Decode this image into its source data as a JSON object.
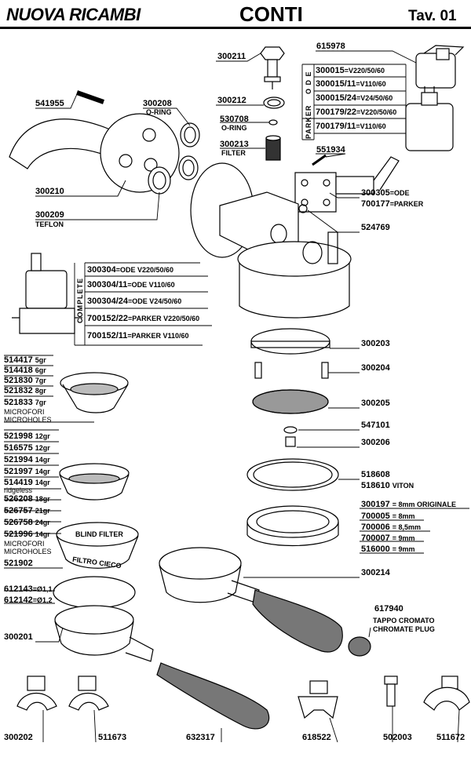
{
  "header": {
    "brand": "NUOVA RICAMBI",
    "title": "CONTI",
    "table": "Tav. 01"
  },
  "parts": {
    "p300211": "300211",
    "p300212": "300212",
    "p530708": "530708",
    "p530708_sub": "O-RING",
    "p300213": "300213",
    "p300213_sub": "FILTER",
    "p615978": "615978",
    "p551934": "551934",
    "p541955": "541955",
    "p300208": "300208",
    "p300208_sub": "O-RING",
    "p300210": "300210",
    "p300209": "300209",
    "p300209_sub": "TEFLON",
    "p300305": "300305",
    "p300305_sub": "=ODE",
    "p700177": "700177",
    "p700177_sub": "=PARKER",
    "p524769": "524769",
    "p300203": "300203",
    "p300204": "300204",
    "p300205": "300205",
    "p547101": "547101",
    "p300206": "300206",
    "p518608": "518608",
    "p518610": "518610",
    "p518610_sub": "VITON",
    "p300214": "300214",
    "p617940": "617940",
    "p617940_sub1": "TAPPO CROMATO",
    "p617940_sub2": "CHROMATE PLUG",
    "p300201": "300201",
    "p300202": "300202",
    "p511673": "511673",
    "p632317": "632317",
    "p618522": "618522",
    "p502003": "502003",
    "p511672": "511672"
  },
  "coil_table": {
    "side_ode": "O D E",
    "side_parker": "PARKER",
    "rows": [
      {
        "code": "300015",
        "spec": "=V220/50/60"
      },
      {
        "code": "300015/11",
        "spec": "=V110/60"
      },
      {
        "code": "300015/24",
        "spec": "=V24/50/60"
      },
      {
        "code": "700179/22",
        "spec": "=V220/50/60"
      },
      {
        "code": "700179/11",
        "spec": "=V110/60"
      }
    ]
  },
  "complete_table": {
    "side": "COMPLETE",
    "rows": [
      {
        "code": "300304",
        "spec": "=ODE V220/50/60"
      },
      {
        "code": "300304/11",
        "spec": "=ODE V110/60"
      },
      {
        "code": "300304/24",
        "spec": "=ODE V24/50/60"
      },
      {
        "code": "700152/22",
        "spec": "=PARKER V220/50/60"
      },
      {
        "code": "700152/11",
        "spec": "=PARKER V110/60"
      }
    ]
  },
  "filters_small": {
    "rows": [
      {
        "code": "514417",
        "spec": "5gr"
      },
      {
        "code": "514418",
        "spec": "6gr"
      },
      {
        "code": "521830",
        "spec": "7gr"
      },
      {
        "code": "521832",
        "spec": "8gr"
      },
      {
        "code": "521833",
        "spec": "7gr"
      }
    ],
    "note1": "MICROFORI",
    "note2": "MICROHOLES"
  },
  "filters_large": {
    "rows": [
      {
        "code": "521998",
        "spec": "12gr"
      },
      {
        "code": "516575",
        "spec": "12gr"
      },
      {
        "code": "521994",
        "spec": "14gr"
      },
      {
        "code": "521997",
        "spec": "14gr"
      },
      {
        "code": "514419",
        "spec": "14gr"
      }
    ],
    "note": "ridgeless",
    "rows2": [
      {
        "code": "526208",
        "spec": "18gr"
      },
      {
        "code": "526757",
        "spec": "21gr"
      },
      {
        "code": "526758",
        "spec": "24gr"
      },
      {
        "code": "521996",
        "spec": "14gr"
      }
    ],
    "note1": "MICROFORI",
    "note2": "MICROHOLES",
    "blind_code": "521902",
    "blind_top": "BLIND FILTER",
    "blind_bottom": "FILTRO CIECO"
  },
  "springs": {
    "a": "612143",
    "a_spec": "=Ø1,1",
    "b": "612142",
    "b_spec": "=Ø1,2"
  },
  "gaskets": {
    "rows": [
      {
        "code": "300197",
        "spec": "= 8mm ORIGINALE"
      },
      {
        "code": "700005",
        "spec": "= 8mm"
      },
      {
        "code": "700006",
        "spec": "= 8,5mm"
      },
      {
        "code": "700007",
        "spec": "= 9mm"
      },
      {
        "code": "516000",
        "spec": "= 9mm"
      }
    ]
  }
}
